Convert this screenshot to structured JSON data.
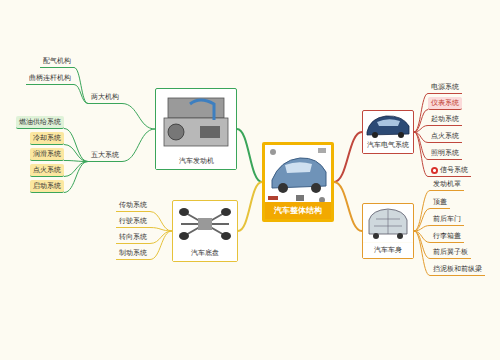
{
  "diagram": {
    "nodes": [
      {
        "text": [
          "汽车整体结构"
        ]
      },
      {
        "text": [
          "汽车发动机"
        ]
      },
      {
        "text": [
          "两大机构"
        ]
      },
      {
        "text": [
          "配气机构"
        ]
      },
      {
        "text": [
          "曲柄连杆机构"
        ]
      },
      {
        "text": [
          "五大系统"
        ]
      },
      {
        "text": [
          "燃油供给系统"
        ]
      },
      {
        "text": [
          "冷却系统"
        ]
      },
      {
        "text": [
          "润滑系统"
        ]
      },
      {
        "text": [
          "点火系统"
        ]
      },
      {
        "text": [
          "启动系统"
        ]
      },
      {
        "text": [
          "汽车电气系统"
        ]
      },
      {
        "text": [
          "电源系统"
        ]
      },
      {
        "text": [
          "仪表系统"
        ]
      },
      {
        "text": [
          "起动系统"
        ]
      },
      {
        "text": [
          "点火系统"
        ]
      },
      {
        "text": [
          "照明系统"
        ]
      },
      {
        "text": [
          "信号系统"
        ]
      },
      {
        "text": [
          "汽车车身"
        ]
      },
      {
        "text": [
          "发动机罩"
        ]
      },
      {
        "text": [
          "顶盖"
        ]
      },
      {
        "text": [
          "前后车门"
        ]
      },
      {
        "text": [
          "行李箱盖"
        ]
      },
      {
        "text": [
          "前后翼子板"
        ]
      },
      {
        "text": [
          "挡泥板和前纵梁"
        ]
      },
      {
        "text": [
          "汽车底盘"
        ]
      },
      {
        "text": [
          "传动系统"
        ]
      },
      {
        "text": [
          "行驶系统"
        ]
      },
      {
        "text": [
          "转向系统"
        ]
      },
      {
        "text": [
          "制动系统"
        ]
      }
    ],
    "edges": [
      {
        "from": 0,
        "to": 1,
        "arrow": "none"
      },
      {
        "from": 1,
        "to": 2,
        "arrow": "none"
      },
      {
        "from": 2,
        "to": 3,
        "arrow": "none"
      },
      {
        "from": 2,
        "to": 4,
        "arrow": "none"
      },
      {
        "from": 1,
        "to": 5,
        "arrow": "none"
      },
      {
        "from": 5,
        "to": 6,
        "arrow": "none"
      },
      {
        "from": 5,
        "to": 7,
        "arrow": "none"
      },
      {
        "from": 5,
        "to": 8,
        "arrow": "none"
      },
      {
        "from": 5,
        "to": 9,
        "arrow": "none"
      },
      {
        "from": 5,
        "to": 10,
        "arrow": "none"
      },
      {
        "from": 0,
        "to": 11,
        "arrow": "none"
      },
      {
        "from": 11,
        "to": 12,
        "arrow": "none"
      },
      {
        "from": 11,
        "to": 13,
        "arrow": "none"
      },
      {
        "from": 11,
        "to": 14,
        "arrow": "none"
      },
      {
        "from": 11,
        "to": 15,
        "arrow": "none"
      },
      {
        "from": 11,
        "to": 16,
        "arrow": "none"
      },
      {
        "from": 11,
        "to": 17,
        "arrow": "none"
      },
      {
        "from": 0,
        "to": 18,
        "arrow": "none"
      },
      {
        "from": 18,
        "to": 19,
        "arrow": "none"
      },
      {
        "from": 18,
        "to": 20,
        "arrow": "none"
      },
      {
        "from": 18,
        "to": 21,
        "arrow": "none"
      },
      {
        "from": 18,
        "to": 22,
        "arrow": "none"
      },
      {
        "from": 18,
        "to": 23,
        "arrow": "none"
      },
      {
        "from": 18,
        "to": 24,
        "arrow": "none"
      },
      {
        "from": 0,
        "to": 25,
        "arrow": "none"
      },
      {
        "from": 25,
        "to": 26,
        "arrow": "none"
      },
      {
        "from": 25,
        "to": 27,
        "arrow": "none"
      },
      {
        "from": 25,
        "to": 28,
        "arrow": "none"
      },
      {
        "from": 25,
        "to": 29,
        "arrow": "none"
      }
    ]
  }
}
